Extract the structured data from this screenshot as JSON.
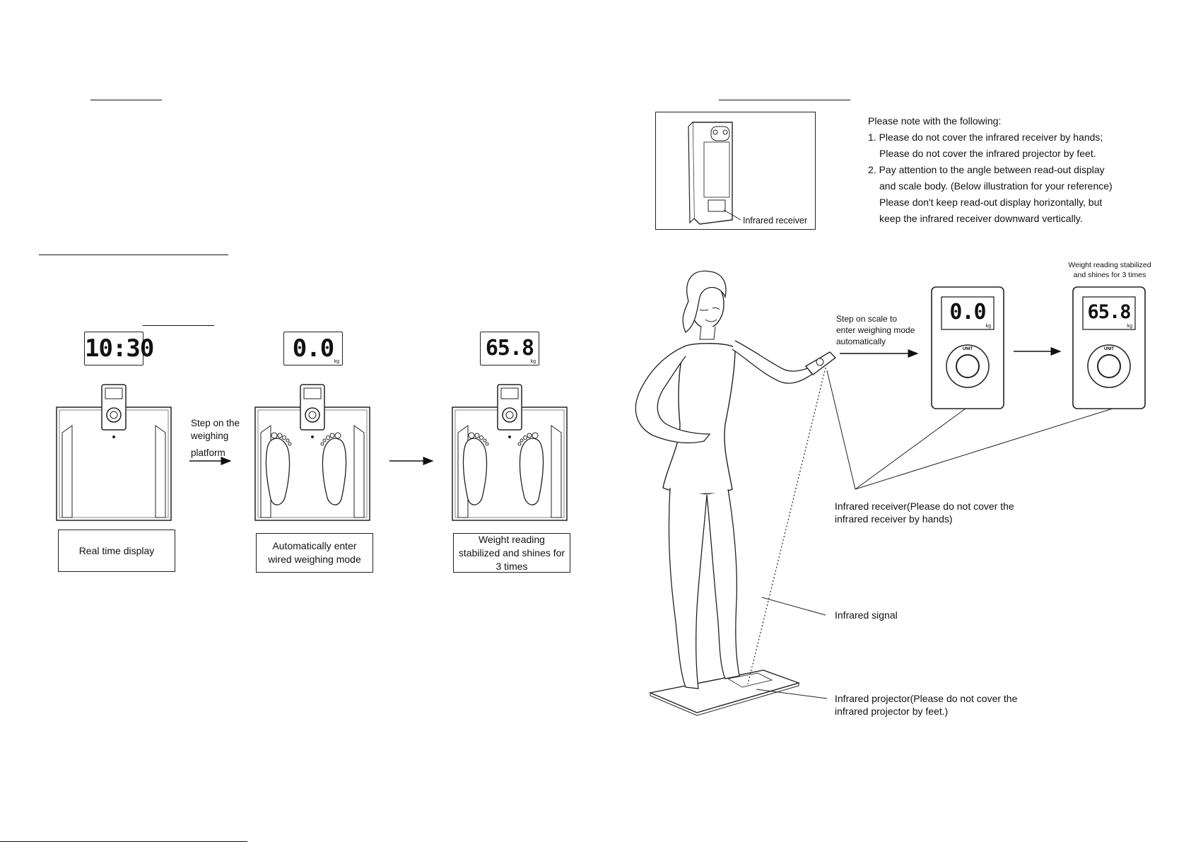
{
  "left_panel": {
    "displays": {
      "real_time": "10:30",
      "zero": "0.0",
      "stabilized": "65.8",
      "unit": "kg"
    },
    "step_label": [
      "Step on the",
      "weighing",
      "platform"
    ],
    "captions": {
      "real_time": "Real time display",
      "wired_mode": "Automatically enter wired weighing mode",
      "stabilized": "Weight reading stabilized and shines for 3 times"
    }
  },
  "right_panel": {
    "receiver_callout": "Infrared receiver",
    "notes": [
      "Please note with the following:",
      "1. Please do not cover the infrared receiver by hands;",
      "Please do not cover the infrared projector by feet.",
      "2. Pay attention to the angle between read-out display",
      "and scale body. (Below illustration for your reference)",
      "Please don't keep read-out display horizontally, but",
      "keep the infrared receiver downward vertically."
    ],
    "step_label": [
      "Step on scale to",
      "enter weighing mode",
      "automatically"
    ],
    "stabilized_label": [
      "Weight reading stabilized",
      "and shines for 3 times"
    ],
    "device_displays": {
      "zero": "0.0",
      "stabilized": "65.8",
      "unit": "kg",
      "button": "UNIT"
    },
    "callouts": {
      "receiver": [
        "Infrared receiver(Please do not cover the",
        "infrared receiver by hands)"
      ],
      "signal": "Infrared signal",
      "projector": [
        "Infrared projector(Please do not cover the",
        "infrared projector by feet.)"
      ]
    }
  }
}
